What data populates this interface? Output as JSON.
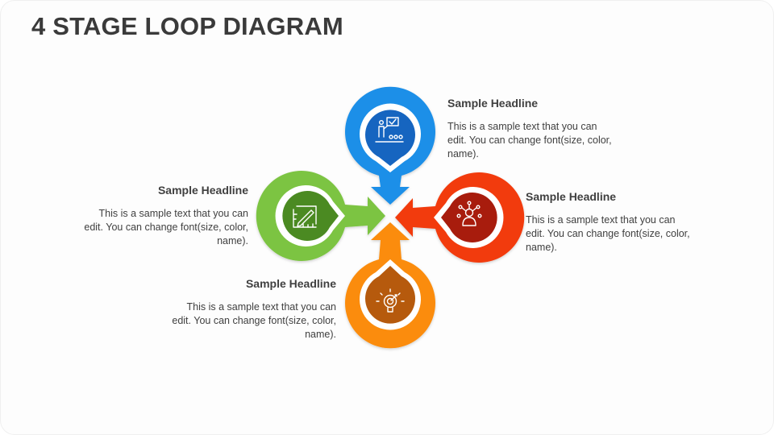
{
  "title": "4 STAGE LOOP DIAGRAM",
  "colors": {
    "blue": "#1a8fe8",
    "blue_dark": "#1565c0",
    "red": "#f23a0c",
    "red_dark": "#a81d0d",
    "orange": "#fb8c0a",
    "orange_dark": "#b65a08",
    "green": "#7cc442",
    "green_dark": "#4c8a21"
  },
  "stages": [
    {
      "id": "top",
      "headline": "Sample Headline",
      "text": "This is a sample text that you can edit. You can change font(size, color, name).",
      "icon": "presentation-board-icon"
    },
    {
      "id": "right",
      "headline": "Sample Headline",
      "text": "This is a sample text that you can edit. You can change font(size, color, name).",
      "icon": "networking-person-icon"
    },
    {
      "id": "bottom",
      "headline": "Sample Headline",
      "text": "This is a sample text that you can edit. You can change font(size, color, name).",
      "icon": "lightbulb-target-icon"
    },
    {
      "id": "left",
      "headline": "Sample Headline",
      "text": "This is a sample text that you can edit. You can change font(size, color, name).",
      "icon": "drafting-tools-icon"
    }
  ]
}
